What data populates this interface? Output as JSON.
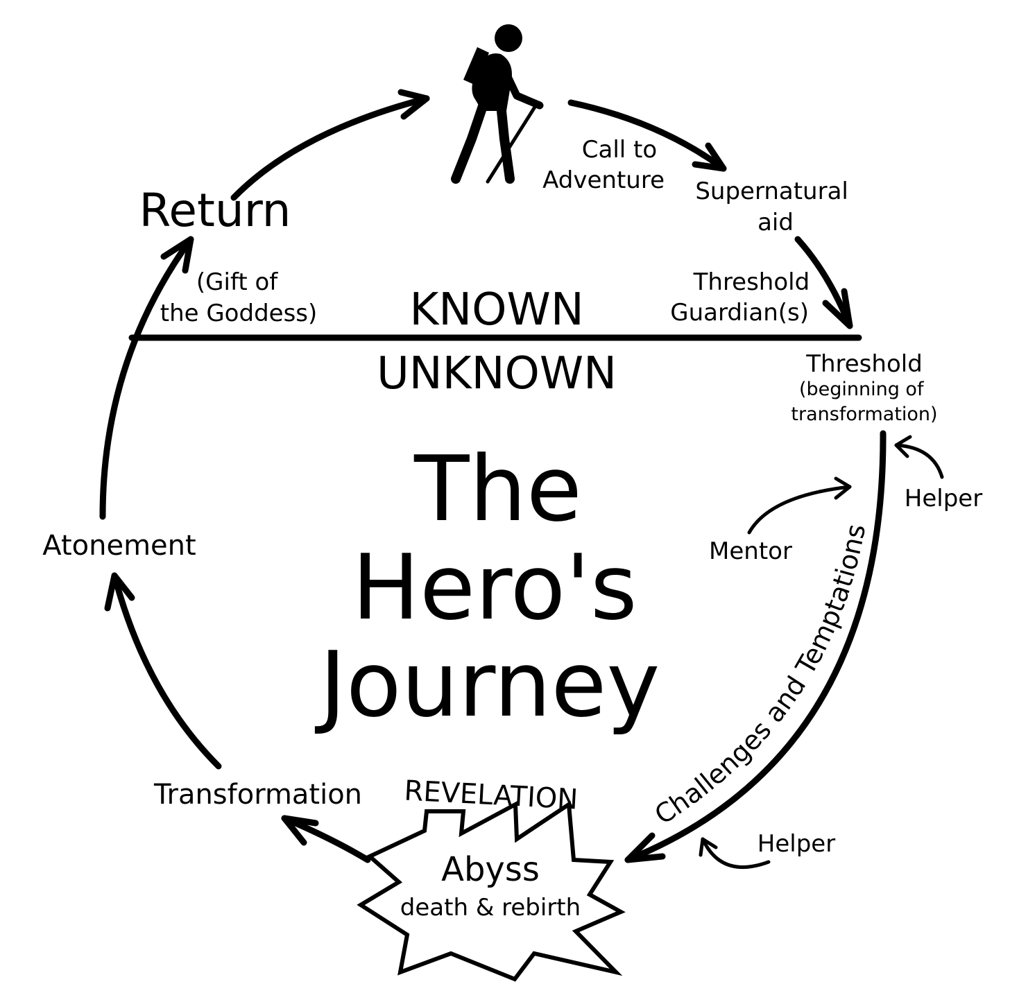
{
  "title_lines": [
    "The",
    "Hero's",
    "Journey"
  ],
  "divider": {
    "upper": "KNOWN",
    "lower": "UNKNOWN"
  },
  "stages": {
    "call": [
      "Call to",
      "Adventure"
    ],
    "supernatural": [
      "Supernatural",
      "aid"
    ],
    "guardians": [
      "Threshold",
      "Guardian(s)"
    ],
    "threshold": "Threshold",
    "threshold_note": [
      "(beginning of",
      "transformation)"
    ],
    "helper_upper": "Helper",
    "mentor": "Mentor",
    "challenges": "Challenges and Temptations",
    "helper_lower": "Helper",
    "revelation": "REVELATION",
    "abyss": "Abyss",
    "abyss_note": "death & rebirth",
    "transformation": "Transformation",
    "atonement": "Atonement",
    "return": "Return",
    "gift": [
      "(Gift of",
      "the Goddess)"
    ]
  },
  "hero_icon": "hiker-icon",
  "colors": {
    "ink": "#000000",
    "background": "#ffffff"
  }
}
